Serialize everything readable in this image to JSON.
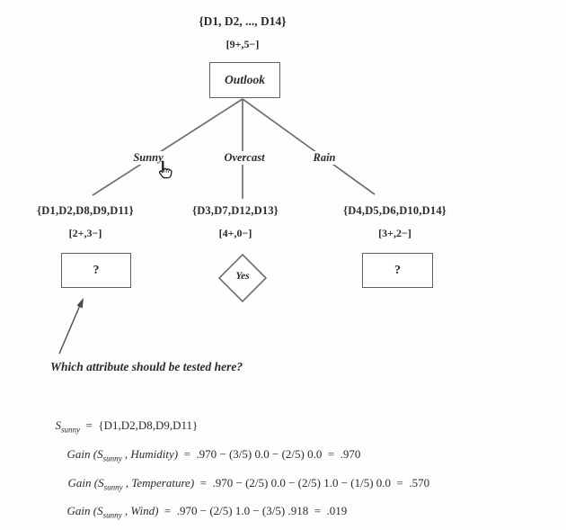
{
  "page": {
    "background_color": "#fdfdfc",
    "ink_color": "#2b2b2b",
    "line_color": "#6e6e6e"
  },
  "tree": {
    "root_set": "{D1, D2, ..., D14}",
    "root_counts": "[9+,5−]",
    "root_node_label": "Outlook",
    "branches": [
      {
        "label": "Sunny",
        "set": "{D1,D2,D8,D9,D11}",
        "counts": "[2+,3−]",
        "node_label": "?",
        "node_shape": "rectangle"
      },
      {
        "label": "Overcast",
        "set": "{D3,D7,D12,D13}",
        "counts": "[4+,0−]",
        "node_label": "Yes",
        "node_shape": "diamond"
      },
      {
        "label": "Rain",
        "set": "{D4,D5,D6,D10,D14}",
        "counts": "[3+,2−]",
        "node_label": "?",
        "node_shape": "rectangle"
      }
    ]
  },
  "annotation": {
    "question": "Which attribute should be tested here?"
  },
  "formulas": {
    "set_line": {
      "base": "S",
      "sub": "sunny",
      "math": "  =  {D1,D2,D8,D9,D11}"
    },
    "gain_lines": [
      {
        "pre": "Gain (S",
        "sub": "sunny",
        "attr": " , Humidity)",
        "math": "  =  .970 − (3/5) 0.0 − (2/5) 0.0  =  .970"
      },
      {
        "pre": "Gain (S",
        "sub": "sunny",
        "attr": " , Temperature)",
        "math": "  =  .970 − (2/5) 0.0 − (2/5) 1.0 − (1/5) 0.0  =  .570"
      },
      {
        "pre": "Gain (S",
        "sub": "sunny",
        "attr": " , Wind)",
        "math": "  =  .970 − (2/5) 1.0 − (3/5) .918  =  .019"
      }
    ]
  },
  "cursor": {
    "icon": "hand-pointer-cursor"
  }
}
